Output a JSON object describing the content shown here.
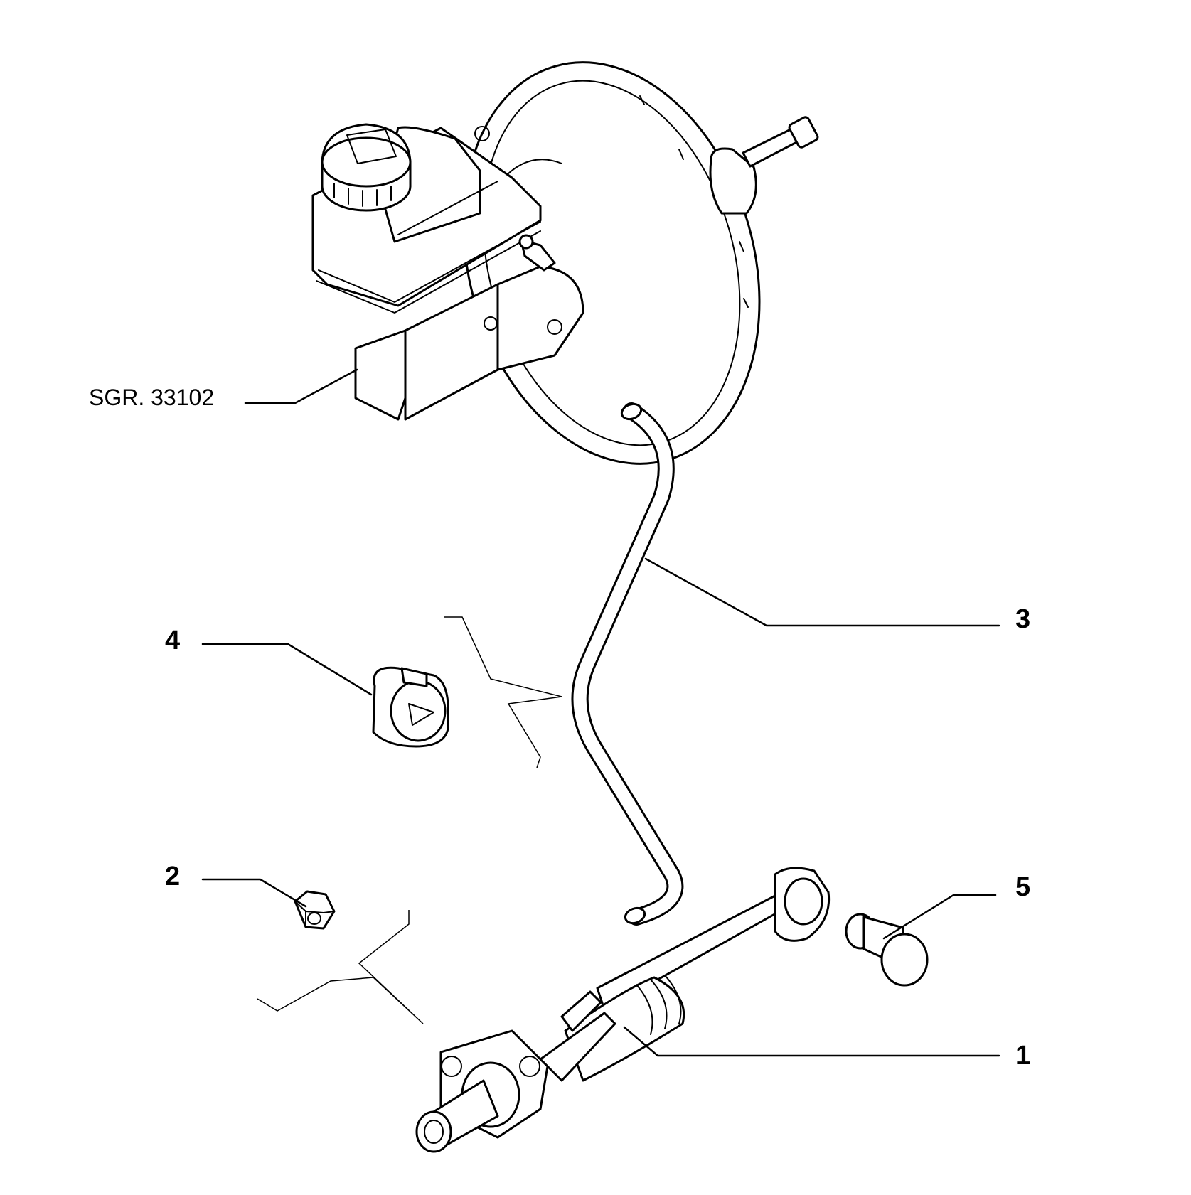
{
  "diagram": {
    "callouts": [
      {
        "id": "1",
        "label": "1"
      },
      {
        "id": "2",
        "label": "2"
      },
      {
        "id": "3",
        "label": "3"
      },
      {
        "id": "4",
        "label": "4"
      },
      {
        "id": "5",
        "label": "5"
      }
    ],
    "reference": {
      "label": "SGR. 33102"
    }
  }
}
